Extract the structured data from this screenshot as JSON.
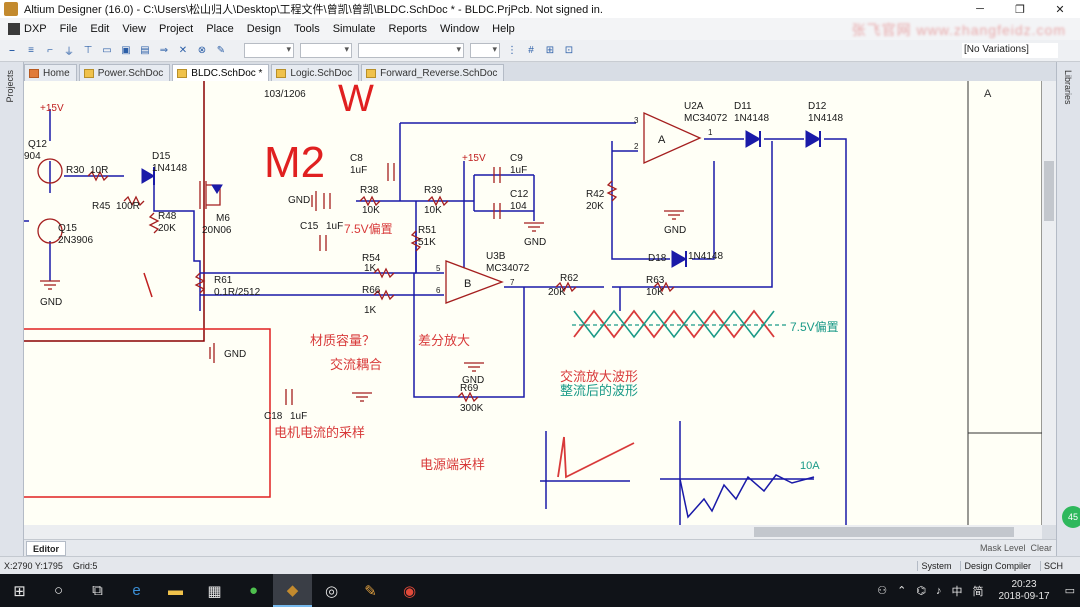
{
  "window": {
    "title": "Altium Designer (16.0) - C:\\Users\\松山归人\\Desktop\\工程文件\\曾凯\\曾凯\\BLDC.SchDoc * - BLDC.PrjPcb. Not signed in.",
    "buttons": [
      "─",
      "❐",
      "✕"
    ]
  },
  "menu": {
    "items": [
      "DXP",
      "File",
      "Edit",
      "View",
      "Project",
      "Place",
      "Design",
      "Tools",
      "Simulate",
      "Reports",
      "Window",
      "Help"
    ]
  },
  "toolbar": {
    "variations": "[No Variations]"
  },
  "tabs": [
    {
      "label": "Home",
      "icon": "home-icon",
      "active": false
    },
    {
      "label": "Power.SchDoc",
      "icon": "schdoc-icon",
      "active": false
    },
    {
      "label": "BLDC.SchDoc *",
      "icon": "schdoc-icon",
      "active": true
    },
    {
      "label": "Logic.SchDoc",
      "icon": "schdoc-icon",
      "active": false
    },
    {
      "label": "Forward_Reverse.SchDoc",
      "icon": "schdoc-icon",
      "active": false
    }
  ],
  "panels": {
    "left": "Projects",
    "right": "Libraries"
  },
  "schematic": {
    "header_ref": "103/1206",
    "big_w": "W",
    "big_m2": "M2",
    "zone_letter": "A",
    "labels": {
      "vcc_left": "+15V",
      "q12": "Q12",
      "q12_part": "904",
      "r30": "R30",
      "r30_val": "10R",
      "d15": "D15",
      "d15_part": "1N4148",
      "r45": "R45",
      "r45_val": "100R",
      "r48": "R48",
      "r48_val": "20K",
      "m6": "M6",
      "m6_part": "20N06",
      "q15": "Q15",
      "q15_part": "2N3906",
      "gnd": "GND",
      "r61": "R61",
      "r61_val": "0.1R/2512",
      "c8": "C8",
      "c8_val": "1uF",
      "r38": "R38",
      "r38_val": "10K",
      "r39": "R39",
      "r39_val": "10K",
      "c15": "C15",
      "c15_val": "1uF",
      "bias_75": "7.5V偏置",
      "r51": "R51",
      "r51_val": "51K",
      "vcc_mid": "+15V",
      "c9": "C9",
      "c9_val": "1uF",
      "c12": "C12",
      "c12_val": "104",
      "r54": "R54",
      "r54_val": "1K",
      "r66": "R66",
      "r66_val": "1K",
      "u3b": "U3B",
      "u3b_part": "MC34072",
      "pin5": "5",
      "pin6": "6",
      "pin7": "7",
      "pin3": "3",
      "pin2": "2",
      "pin1": "1",
      "opamp_b": "B",
      "opamp_a": "A",
      "r62": "R62",
      "r62_val": "20K",
      "r63": "R63",
      "r63_val": "10K",
      "r69": "R69",
      "r69_val": "300K",
      "u2a": "U2A",
      "u2a_part": "MC34072",
      "d11": "D11",
      "d11_part": "1N4148",
      "d12": "D12",
      "d12_part": "1N4148",
      "r42": "R42",
      "r42_val": "20K",
      "d18": "D18",
      "d18_part": "1N4148",
      "c18": "C18",
      "c18_val": "1uF"
    },
    "annotations": {
      "material_q": "材质容量？",
      "ac_coupling": "交流耦合",
      "diff_amp": "差分放大",
      "motor_sense": "电机电流的采样",
      "supply_sense": "电源端采样",
      "ac_amp_wave": "交流放大波形",
      "rectified_wave": "整流后的波形",
      "bias_wave": "7.5V偏置",
      "current_10a": "10A"
    },
    "colors": {
      "wire": "#1a1aa8",
      "component": "#a51f1f",
      "annotation": "#d83a3a",
      "wave_green": "#1a9a88",
      "wave_red": "#d83a3a"
    }
  },
  "editor": {
    "tab": "Editor",
    "right": [
      "System",
      "Design Compiler",
      "SCH",
      "Mask Level",
      "Clear"
    ]
  },
  "status": {
    "coords": "X:2790 Y:1795",
    "grid": "Grid:5"
  },
  "taskbar": {
    "time": "20:23",
    "date": "2018-09-17",
    "ime": "中",
    "tray_text": "简"
  }
}
